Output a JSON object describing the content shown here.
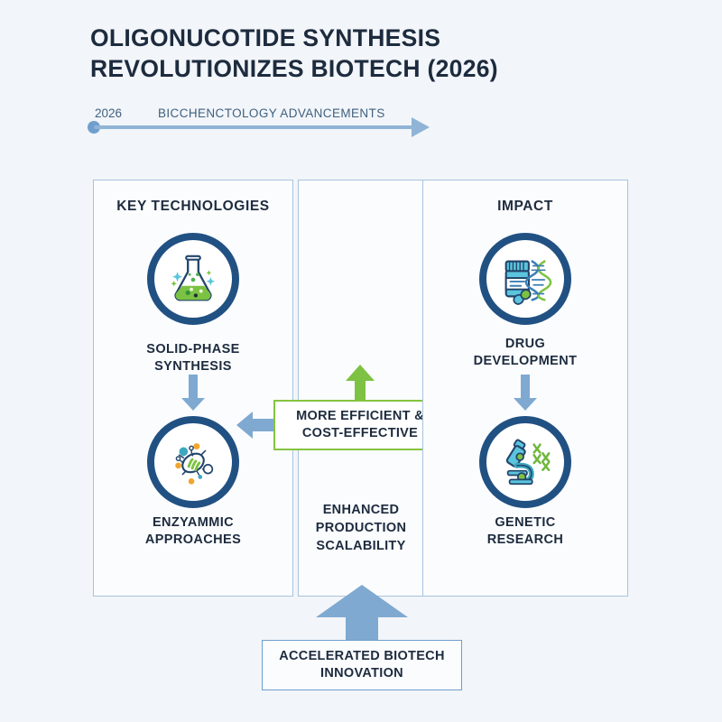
{
  "page": {
    "background_color": "#f2f5f9",
    "accent_blue": "#215182",
    "arrow_blue": "#7fa9d0",
    "accent_green": "#7dc242",
    "text_color": "#1d2b3e"
  },
  "title": {
    "line1": "OLIGONUCOTIDE SYNTHESIS",
    "line2": "REVOLUTIONIZES BIOTECH (2026)"
  },
  "timeline": {
    "year": "2026",
    "label": "BICCHENCTOLOGY ADVANCEMENTS"
  },
  "panels": {
    "left": {
      "heading": "KEY TECHNOLOGIES",
      "nodes": [
        {
          "icon": "flask-icon",
          "caption_line1": "SOLID-PHASE",
          "caption_line2": "SYNTHESIS"
        },
        {
          "icon": "microbe-icon",
          "caption_line1": "ENZYAMMIC",
          "caption_line2": "APPROACHES"
        }
      ]
    },
    "center": {
      "callout_line1": "MORE EFFICIENT &",
      "callout_line2": "COST-EFFECTIVE",
      "note_line1": "ENHANCED",
      "note_line2": "PRODUCTION",
      "note_line3": "SCALABILITY"
    },
    "right": {
      "heading": "IMPACT",
      "nodes": [
        {
          "icon": "pill-bottle-dna-icon",
          "caption_line1": "DRUG",
          "caption_line2": "DEVELOPMENT"
        },
        {
          "icon": "microscope-icon",
          "caption_line1": "GENETIC",
          "caption_line2": "RESEARCH"
        }
      ]
    }
  },
  "bottom": {
    "line1": "ACCELERATED BIOTECH",
    "line2": "INNOVATION"
  }
}
